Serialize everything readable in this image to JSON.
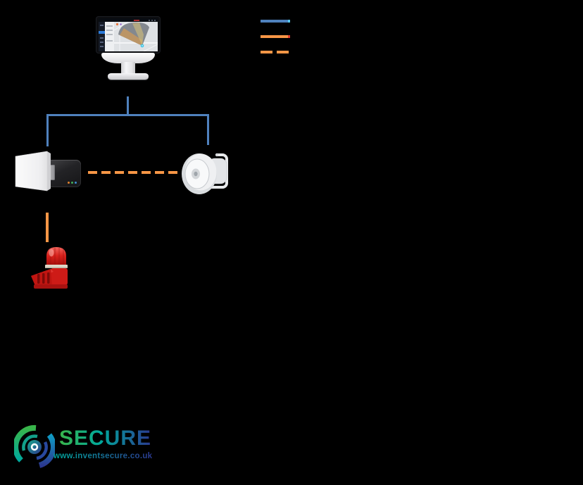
{
  "page": {
    "background": "#000000"
  },
  "legend": {
    "items": [
      {
        "line_style": "solid",
        "color": "#4f81bd",
        "end_tick_color": "#56c7f0"
      },
      {
        "line_style": "solid",
        "color": "#f79646",
        "end_tick_color": "#e23b2e"
      },
      {
        "line_style": "dashed",
        "color": "#f79646",
        "end_tick_color": ""
      }
    ]
  },
  "connections": {
    "network_line_color": "#4f81bd",
    "signal_line_color": "#f79646",
    "network_style": "solid",
    "signal_horizontal_style": "dashed",
    "signal_vertical_style": "solid"
  },
  "icons": {
    "monitor": "management-software-monitor",
    "radar": "radar-sensor-unit",
    "speaker": "horn-loudspeaker",
    "beacon": "red-beacon-sounder",
    "logo": "secure-swirl-logo"
  },
  "screen": {
    "accent_blue": "#2d7bd8",
    "coverage_gray": "#6f747b",
    "coverage_tan": "#c9995b",
    "marker_cyan": "#38c3e6"
  },
  "logo": {
    "brand": "SECURE",
    "url": "www.inventsecure.co.uk",
    "green": "#39b54a",
    "teal": "#00a99d",
    "blue": "#2b3990"
  }
}
